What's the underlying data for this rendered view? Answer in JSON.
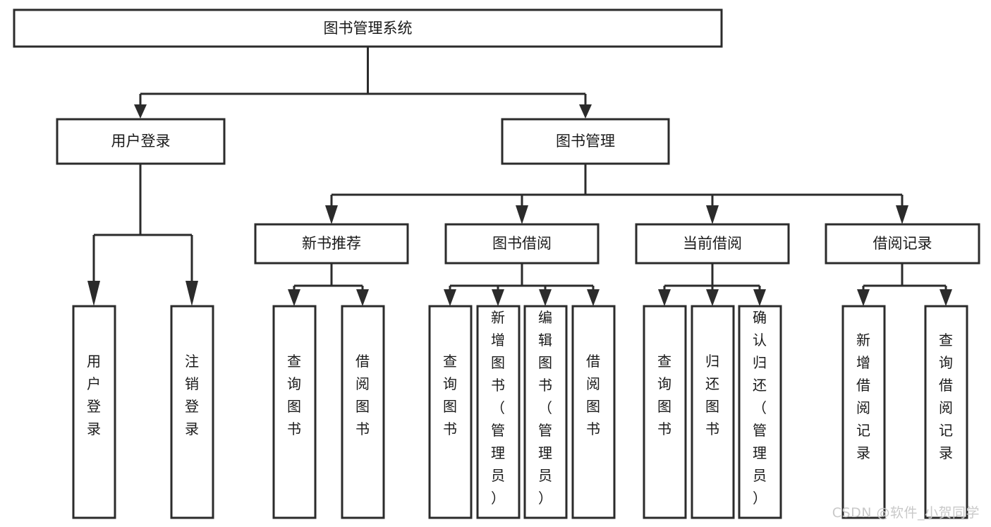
{
  "diagram": {
    "type": "hierarchy-tree",
    "title": "图书管理系统",
    "orientation": "top-down",
    "root": {
      "id": "root",
      "label": "图书管理系统",
      "level": 0
    },
    "level2": [
      {
        "id": "user-login",
        "label": "用户登录",
        "level": 1
      },
      {
        "id": "book-management",
        "label": "图书管理",
        "level": 1
      }
    ],
    "level3": [
      {
        "id": "new-book-recommend",
        "label": "新书推荐",
        "level": 2,
        "parent": "book-management"
      },
      {
        "id": "book-borrow",
        "label": "图书借阅",
        "level": 2,
        "parent": "book-management"
      },
      {
        "id": "current-borrow",
        "label": "当前借阅",
        "level": 2,
        "parent": "book-management"
      },
      {
        "id": "borrow-record",
        "label": "借阅记录",
        "level": 2,
        "parent": "book-management"
      }
    ],
    "leaves": [
      {
        "id": "leaf-user-login",
        "label": "用户登录",
        "parent": "user-login"
      },
      {
        "id": "leaf-logout-login",
        "label": "注销登录",
        "parent": "user-login"
      },
      {
        "id": "leaf-query-book-1",
        "label": "查询图书",
        "parent": "new-book-recommend"
      },
      {
        "id": "leaf-borrow-book-1",
        "label": "借阅图书",
        "parent": "new-book-recommend"
      },
      {
        "id": "leaf-query-book-2",
        "label": "查询图书",
        "parent": "book-borrow"
      },
      {
        "id": "leaf-add-book",
        "label": "新增图书（管理员）",
        "parent": "book-borrow"
      },
      {
        "id": "leaf-edit-book",
        "label": "编辑图书（管理员）",
        "parent": "book-borrow"
      },
      {
        "id": "leaf-borrow-book-2",
        "label": "借阅图书",
        "parent": "book-borrow"
      },
      {
        "id": "leaf-query-book-3",
        "label": "查询图书",
        "parent": "current-borrow"
      },
      {
        "id": "leaf-return-book",
        "label": "归还图书",
        "parent": "current-borrow"
      },
      {
        "id": "leaf-confirm-return",
        "label": "确认归还（管理员）",
        "parent": "current-borrow"
      },
      {
        "id": "leaf-add-record",
        "label": "新增借阅记录",
        "parent": "borrow-record"
      },
      {
        "id": "leaf-query-record",
        "label": "查询借阅记录",
        "parent": "borrow-record"
      }
    ]
  },
  "watermark": {
    "text": "CSDN @软件_小贺同学"
  },
  "colors": {
    "stroke": "#2b2b2b",
    "fill": "#ffffff",
    "text": "#1a1a1a",
    "watermark": "#c9c9c9"
  }
}
